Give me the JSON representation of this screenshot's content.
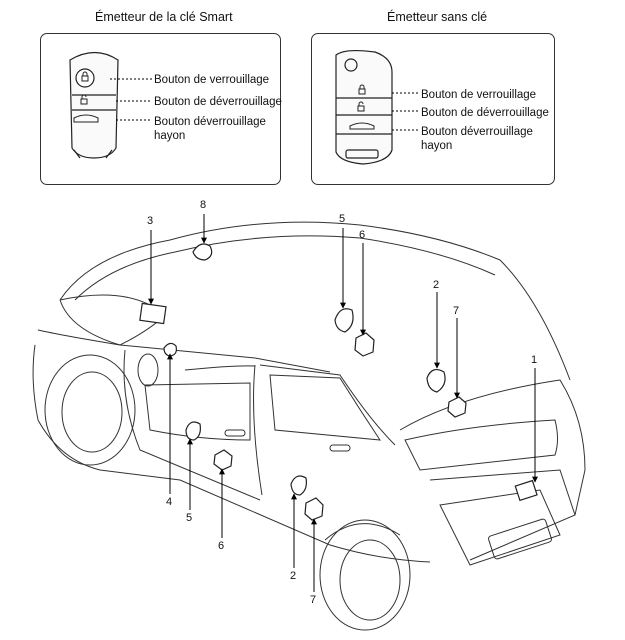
{
  "smart_key": {
    "title": "Émetteur de la clé Smart",
    "labels": [
      "Bouton de verrouillage",
      "Bouton de déverrouillage",
      "Bouton déverrouillage",
      "hayon"
    ]
  },
  "keyless": {
    "title": "Émetteur sans clé",
    "labels": [
      "Bouton de verrouillage",
      "Bouton de déverrouillage",
      "Bouton déverrouillage",
      "hayon"
    ]
  },
  "callouts": [
    "8",
    "3",
    "5",
    "6",
    "2",
    "7",
    "1",
    "4",
    "5",
    "6",
    "2",
    "7"
  ]
}
